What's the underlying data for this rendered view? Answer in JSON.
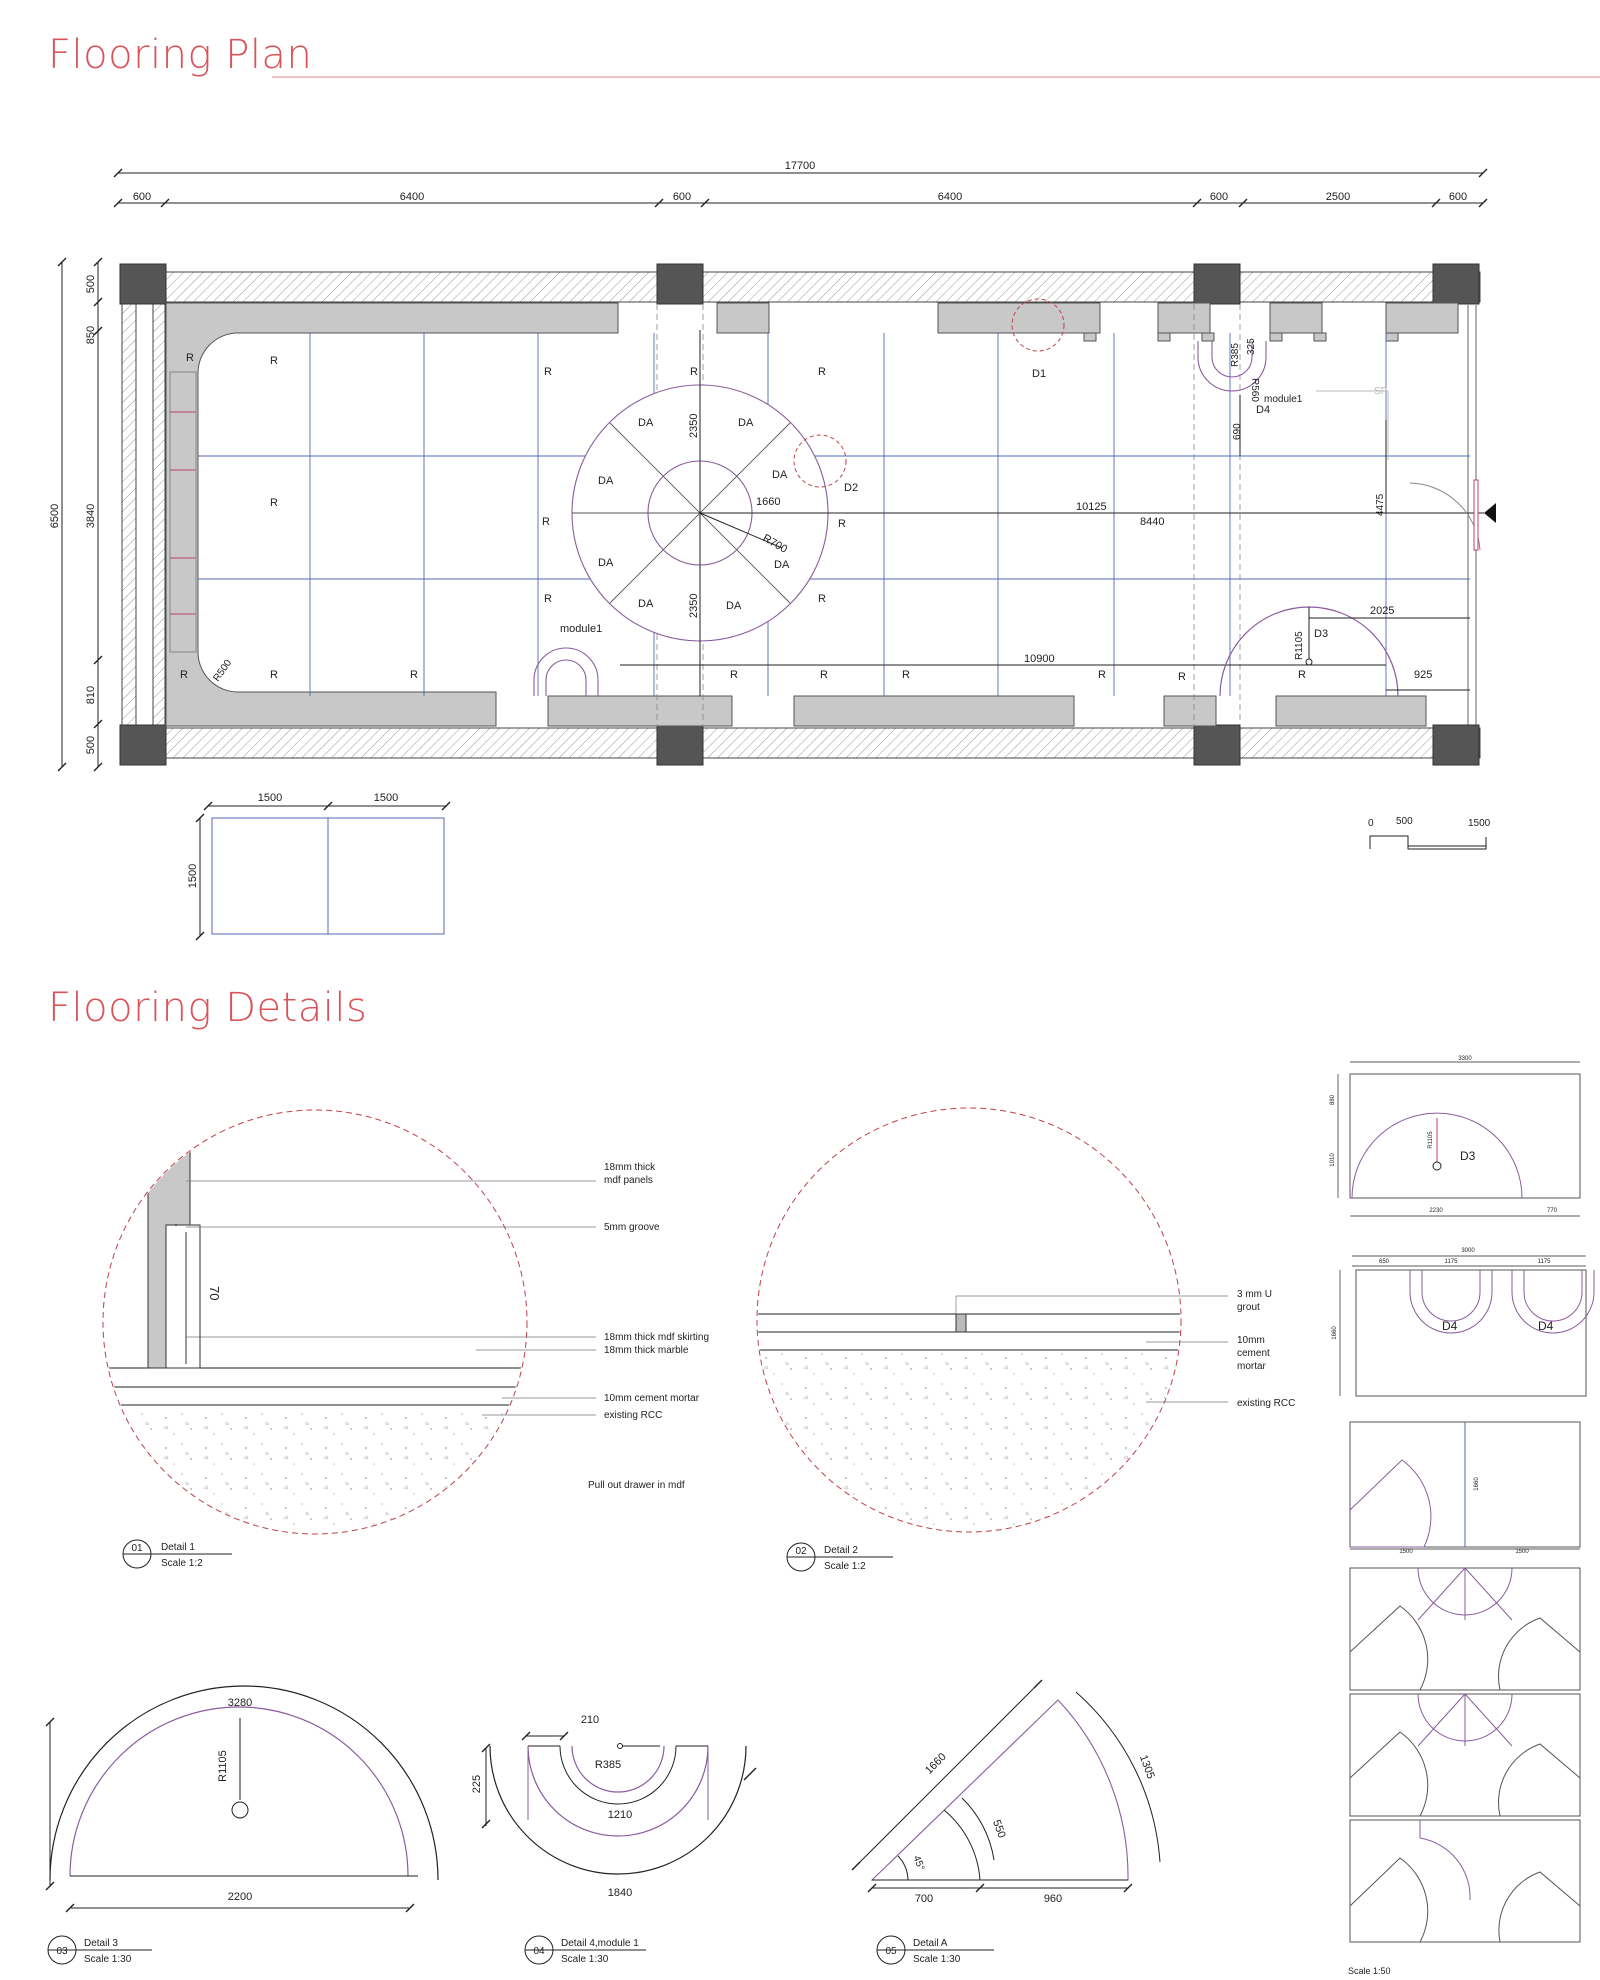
{
  "sections": {
    "plan_title": "Flooring Plan",
    "details_title": "Flooring Details"
  },
  "colors": {
    "title": "#d9545a",
    "grid_line": "#5468b5",
    "detail_arc": "#8a5c9e",
    "column": "#555555",
    "counter": "#c8c8c8",
    "dashed_circle": "#c0404a"
  },
  "plan": {
    "dim_top_total": "17700",
    "dim_top_segments": [
      "600",
      "6400",
      "600",
      "6400",
      "600",
      "2500",
      "600"
    ],
    "dim_left_total": "6500",
    "dim_left_segments": [
      "500",
      "850",
      "3840",
      "810",
      "500"
    ],
    "marks_R": [
      "R",
      "R",
      "R",
      "R",
      "R",
      "R",
      "R",
      "R",
      "R",
      "R",
      "R",
      "R",
      "R",
      "R",
      "R",
      "R",
      "R",
      "R",
      "R"
    ],
    "marks_DA": [
      "DA",
      "DA",
      "DA",
      "DA",
      "DA",
      "DA",
      "DA",
      "DA"
    ],
    "labels": {
      "d1": "D1",
      "d2": "D2",
      "d3": "D3",
      "d4": "D4",
      "module_left": "module1",
      "module_right": "module1",
      "r500": "R500",
      "r700": "R700",
      "r385": "R385",
      "r560": "R560",
      "r1105": "R1105",
      "d1660": "1660",
      "d2350_top": "2350",
      "d2350_bot": "2350",
      "d10125": "10125",
      "d8440": "8440",
      "d10900": "10900",
      "d4475": "4475",
      "d2025": "2025",
      "d925": "925",
      "d325": "325",
      "d690": "690",
      "sp": "SP"
    },
    "tile_legend": {
      "w1": "1500",
      "w2": "1500",
      "h": "1500"
    },
    "scale_bar": {
      "zero": "0",
      "mid": "500",
      "end": "1500"
    }
  },
  "details": {
    "detail1": {
      "callouts": [
        "18mm thick\nmdf panels",
        "5mm groove",
        "18mm thick mdf skirting",
        "18mm thick marble",
        "10mm cement mortar",
        "existing RCC"
      ],
      "dim": "70",
      "note": "Pull out drawer in mdf",
      "num": "01",
      "name": "Detail 1",
      "scale": "Scale 1:2"
    },
    "detail2": {
      "callouts": [
        "3 mm U\ngrout",
        "10mm\ncement\nmortar",
        "existing RCC"
      ],
      "num": "02",
      "name": "Detail 2",
      "scale": "Scale 1:2"
    },
    "detail3": {
      "top": "3280",
      "radius": "R1105",
      "bottom": "2200",
      "num": "03",
      "name": "Detail 3",
      "scale": "Scale 1:30"
    },
    "detail4": {
      "top": "210",
      "radius": "R385",
      "side": "225",
      "inner": "1210",
      "outer": "1840",
      "num": "04",
      "name": "Detail 4,module 1",
      "scale": "Scale 1:30"
    },
    "detailA": {
      "slant": "1660",
      "outer_arc": "1305",
      "inner_arc": "550",
      "angle": "45°",
      "b1": "700",
      "b2": "960",
      "num": "05",
      "name": "Detail A",
      "scale": "Scale 1:30"
    },
    "patterns": {
      "p1_top": "3300",
      "p1_left_a": "880",
      "p1_left_b": "1010",
      "p1_r": "R1105",
      "p1_label": "D3",
      "p1_bottom_a": "2230",
      "p1_bottom_b": "770",
      "p2_top": "3000",
      "p2_a": "650",
      "p2_b": "1175",
      "p2_c": "1175",
      "p2_left": "1660",
      "p2_d4a": "D4",
      "p2_d4b": "D4",
      "p3_v": "1660",
      "p3_w1": "1500",
      "p3_w2": "1500",
      "scale": "Scale 1:50"
    }
  }
}
